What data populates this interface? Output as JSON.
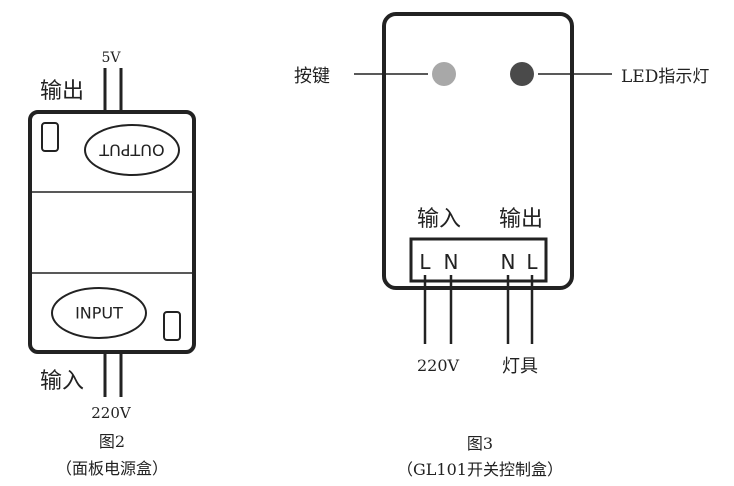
{
  "fig2": {
    "label_5v": "5V",
    "label_output_side": "输出",
    "output_oval": "OUTPUT",
    "input_oval": "INPUT",
    "label_input_side": "输入",
    "label_220v": "220V",
    "caption_number": "图2",
    "caption_title": "（面板电源盒）"
  },
  "fig3": {
    "button_label": "按键",
    "led_label": "LED指示灯",
    "input_label": "输入",
    "output_label": "输出",
    "terminal_l1": "L",
    "terminal_n1": "N",
    "terminal_n2": "N",
    "terminal_l2": "L",
    "label_220v": "220V",
    "label_lamp": "灯具",
    "caption_number": "图3",
    "caption_title": "（GL101开关控制盒）"
  },
  "colors": {
    "button_fill": "#a8a8a8",
    "led_fill": "#4a4a4a",
    "stroke": "#222222"
  }
}
